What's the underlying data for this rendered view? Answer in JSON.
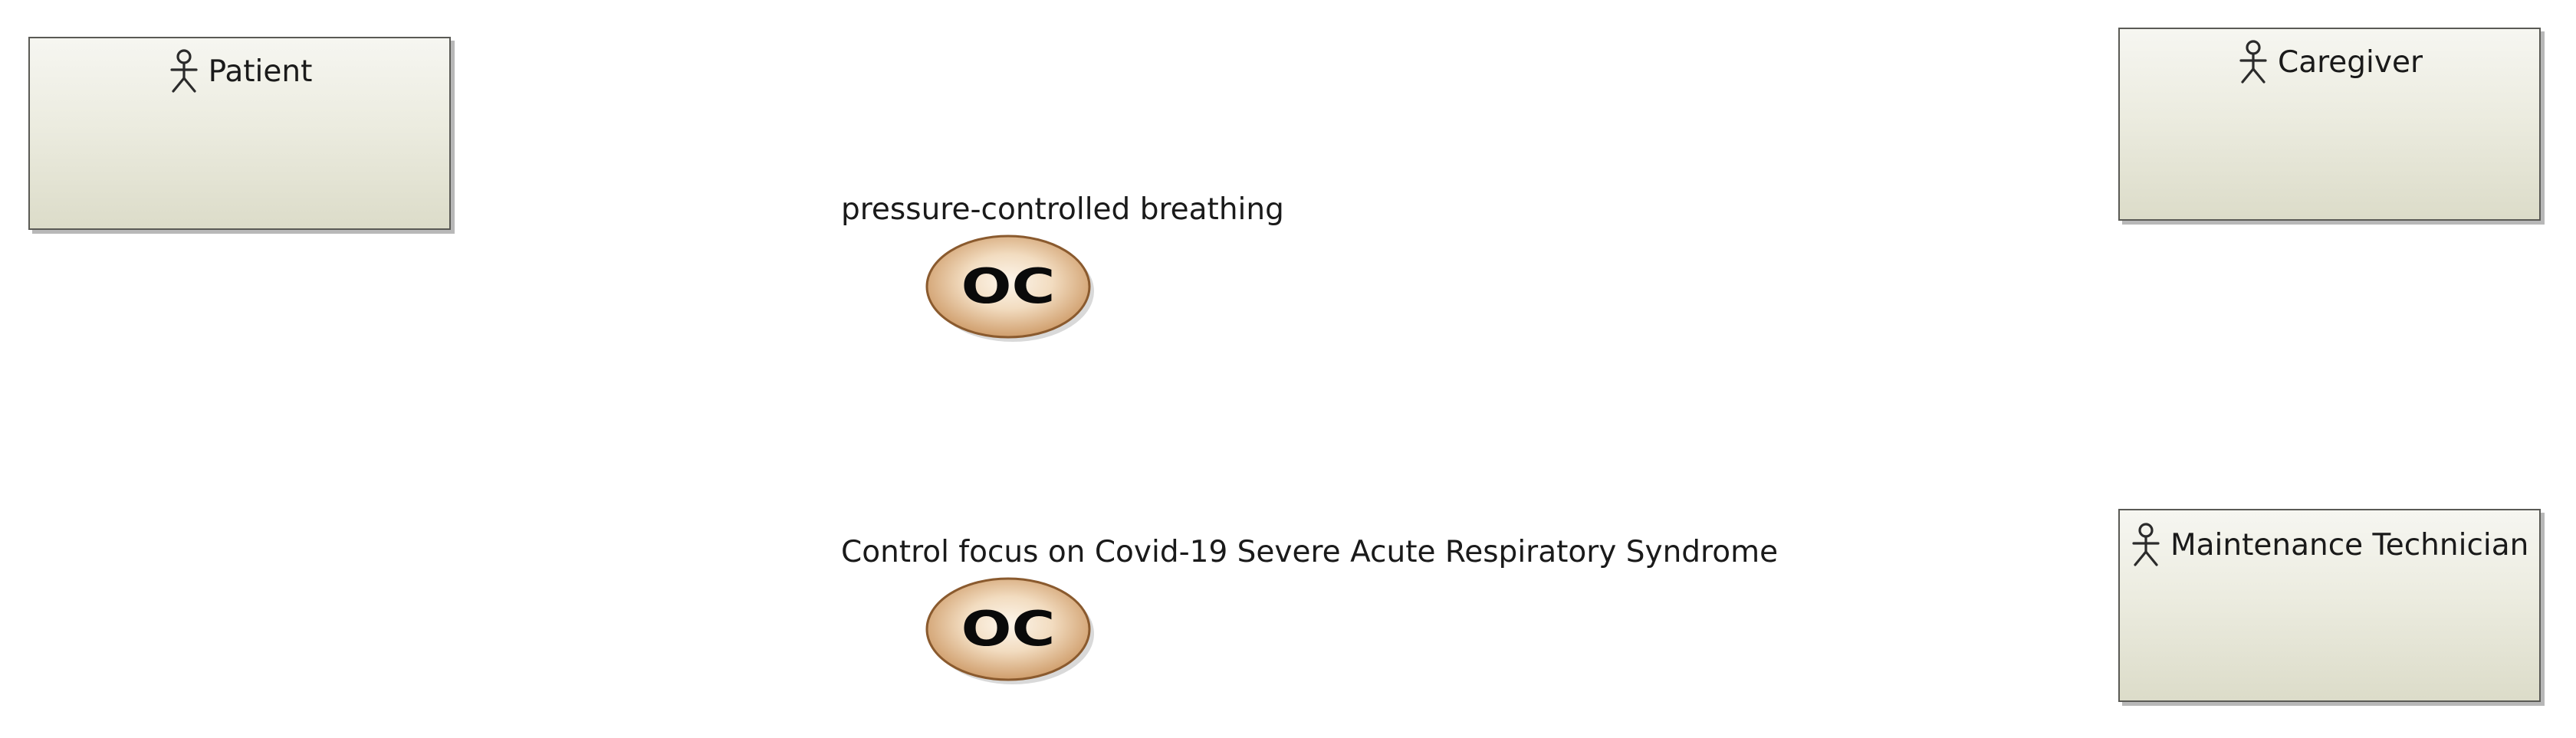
{
  "actors": {
    "patient": {
      "name": "Patient",
      "icon": "actor-stick-figure-icon"
    },
    "caregiver": {
      "name": "Caregiver",
      "icon": "actor-stick-figure-icon"
    },
    "maintenance": {
      "name": "Maintenance Technician",
      "icon": "actor-stick-figure-icon"
    }
  },
  "operational_capabilities": [
    {
      "label": "pressure-controlled breathing",
      "badge": "OC",
      "icon": "operational-capability-icon"
    },
    {
      "label": "Control focus on Covid-19 Severe Acute Respiratory Syndrome",
      "badge": "OC",
      "icon": "operational-capability-icon"
    }
  ],
  "colors": {
    "actor_fill_top": "#f6f6f1",
    "actor_fill_bottom": "#dcdcc9",
    "actor_border": "#5a5a55",
    "oc_fill_light": "#fbf2e6",
    "oc_fill_dark": "#c9925c",
    "oc_border": "#8a5a2e"
  }
}
